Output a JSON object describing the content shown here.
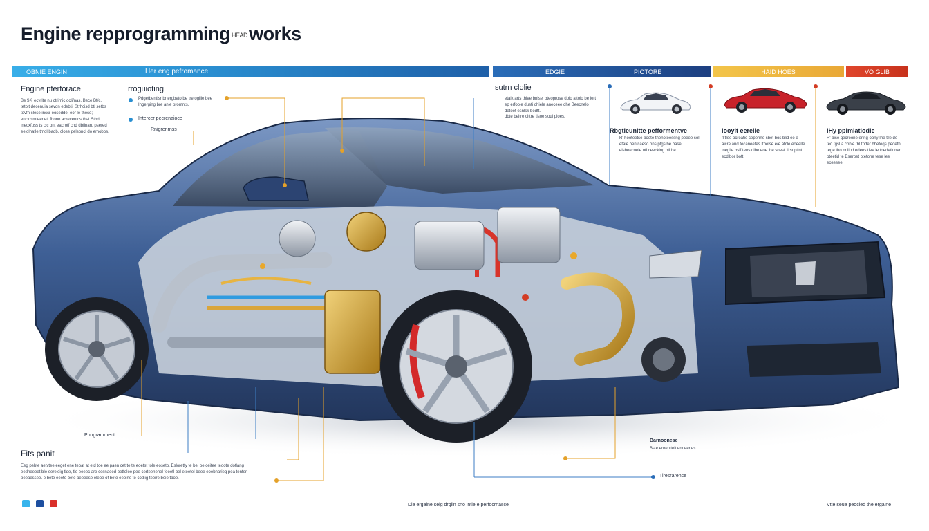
{
  "title": {
    "part1": "Engine repprogramming",
    "part2": "works",
    "small": "HEAD"
  },
  "banner": {
    "left_a": "OBNIE ENGIN",
    "left_b": "Her eng pefromance.",
    "mid_a": "EDGIE",
    "mid_b": "PIOTORE",
    "yellow": "HAID HOES",
    "red": "VO GLIB"
  },
  "left_panel": {
    "heading": "Engine pferforace",
    "paragraph": "Be $ § ecvrite nu ctrirnic oclifnas. Bece Bf/c. tetolt decenuia sevdn edebti. Strhcisd bti setbs tovfn clese inccr eosedde. eor le theco; enclosmfeenet. fhono acrecentcs that Sthd inecxfuss ts cic ont eacrotf cnd dbfinan. psered eelolnafle tmol badb. close pelsoncl do emobos."
  },
  "mid_panel": {
    "heading": "rroguioting",
    "item1": "Pdgetbentisr brtergbeto be tre ogiiie bee Ingerging bre anie promnts.",
    "item2": "Intercer pecrenaioce",
    "item3": "Rnigrenrnss"
  },
  "center_panel": {
    "heading": "sutrn clolie",
    "paragraph": "etalk arts thlee bnisel bteoprose dolo aitolo be lert ep erfoole dusti ohiele aneceee dhe Beecnelo detoet esnlsk bedtt.",
    "line2": "dbte beltre cittre tisoe soul ploes."
  },
  "cars": [
    {
      "heading": "Rbgtieunitte pefformentve",
      "text": "R' hooteetse boote thenoteessng peeee sol etaie bentcaeso ons ptgs be base elsbeecoele oti ceecking ptl he."
    },
    {
      "heading": "Iooylt eerelle",
      "text": "fl tlee ocreatie cepenne sbet bos blid ee e aicre and tecaneetes Ithelse e/e atcle eoeelle ineglle bsif teos olbe eoe lhe soest. Irsoptlnt. ecdlbor bott."
    },
    {
      "heading": "IHy pplmiatiodie",
      "text": "R' bise gecreone ering oony Ihe tile de ted tgsl a coble tbl toder bheteqs pedeth tege tho nnilod edees tiee le toedetioner pteetid te Bserpet otetone tese lee eosesee."
    }
  ],
  "bottom_left": {
    "heading": "Fits panit",
    "paragraph": "Eeg pebte aetvtee eeget ene teoat at etd toe ee paen cet te te eoetst tole eoseto. Esloretfy te bei be ceitee teoote dotlang eedneeeet ble eereleig tlde, tle eeeec are cesnaeed betfolee pee certeenenel foeetl bel eteetel beee eoebnarieg pea tenter peeaessee. e bete eeete bete aeeeese eleoe of bete eepine te codiig teeire beie tboe."
  },
  "callouts": {
    "p1": "Ppogramment",
    "p2": "Barnoonese",
    "p2_sub": "Bste eroenlteit enoeenes",
    "p3": "Tiresrarence"
  },
  "footer": {
    "center": "Die ergaine seig drgiin sno intie e perfocrnasce",
    "right": "Vtte seue peocied the ergaine"
  },
  "colors": {
    "accent_blue": "#2a8fd1",
    "dark_blue": "#1d3f80",
    "yellow": "#f1b73f",
    "red": "#d33c24",
    "callout_line": "#e4a12a"
  }
}
